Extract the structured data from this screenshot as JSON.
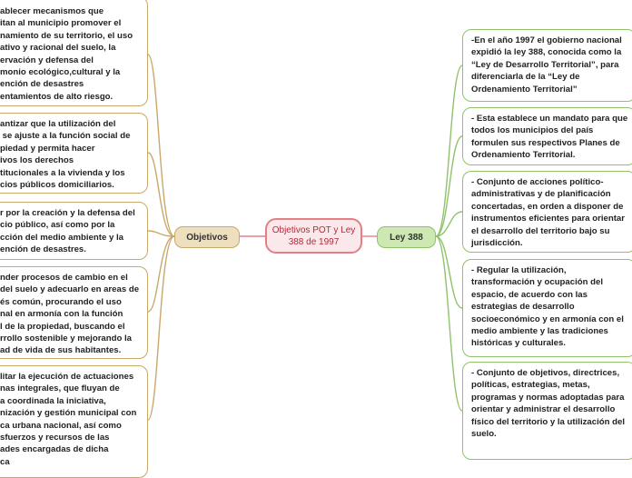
{
  "central_topic": "Objetivos POT y Ley 388 de 1997",
  "left_branch": {
    "label": "Objetivos",
    "items": [
      "ablecer mecanismos que\nitan al municipio promover el\nnamiento de su territorio, el uso\nativo y racional del suelo, la\nervación y defensa del\nmonio ecológico,cultural y la\nención de desastres\nentamientos de alto riesgo.",
      "antizar que la utilización del\n se ajuste a la función social de\npiedad y permita hacer\nivos los derechos\ntitucionales a la vivienda y los\ncios públicos domiciliarios.",
      "r por la creación y la defensa del\ncio público, así como por la\ncción del medio ambiente y la\nención de desastres.",
      "nder procesos de cambio en el\ndel suelo y adecuarlo en areas de\nés común, procurando el uso\nnal en armonía con la función\nl de la propiedad, buscando el\nrrollo sostenible y mejorando la\nad de vida de sus habitantes.",
      "litar la ejecución de actuaciones\nnas integrales, que fluyan de\na coordinada la iniciativa,\nnización y gestión municipal con\nca urbana nacional, así como\nsfuerzos y recursos de las\nades encargadas de dicha\nca"
    ]
  },
  "right_branch": {
    "label": "Ley 388",
    "items": [
      "-En el año 1997 el gobierno nacional\nexpidió la ley 388, conocida como la\n“Ley de Desarrollo Territorial”, para\ndiferenciarla de la “Ley de\nOrdenamiento Territorial”",
      "- Esta establece un mandato para que\ntodos los municipios del país\nformulen sus respectivos Planes de\nOrdenamiento Territorial.",
      "- Conjunto de acciones político-\nadministrativas y de planificación\nconcertadas, en orden a disponer de\ninstrumentos eficientes para orientar\nel desarrollo del territorio bajo su\njurisdicción.",
      "- Regular la utilización,\ntransformación y ocupación del\nespacio, de acuerdo con las\nestrategias de desarrollo\nsocioeconómico y en armonía con el\nmedio ambiente y las tradiciones\nhistóricas y culturales.",
      "- Conjunto de objetivos, directrices,\npolíticas, estrategias, metas,\nprogramas y normas adoptadas para\norientar y administrar el desarrollo\nfísico del territorio y la utilización del\nsuelo."
    ]
  },
  "colors": {
    "central_border": "#e57f86",
    "central_fill": "#fbe8ea",
    "central_text": "#b42a3a",
    "left_accent": "#c9a86a",
    "left_fill": "#eedfbf",
    "right_accent": "#8fc26a",
    "right_fill": "#cde8b3"
  }
}
